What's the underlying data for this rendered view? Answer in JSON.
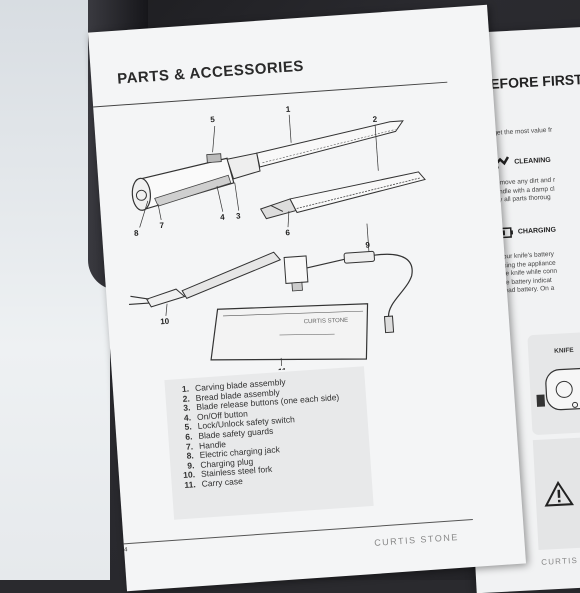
{
  "left_page": {
    "title": "PARTS & ACCESSORIES",
    "callouts": {
      "c1": "1",
      "c2": "2",
      "c3": "3",
      "c4": "4",
      "c5": "5",
      "c6": "6",
      "c7": "7",
      "c8": "8",
      "c9": "9",
      "c10": "10",
      "c11": "11"
    },
    "case_brand": "CURTIS STONE",
    "parts": [
      {
        "num": "1.",
        "label": "Carving blade assembly"
      },
      {
        "num": "2.",
        "label": "Bread blade assembly"
      },
      {
        "num": "3.",
        "label": "Blade release buttons (one each side)"
      },
      {
        "num": "4.",
        "label": "On/Off button"
      },
      {
        "num": "5.",
        "label": "Lock/Unlock safety switch"
      },
      {
        "num": "6.",
        "label": "Blade safety guards"
      },
      {
        "num": "7.",
        "label": "Handle"
      },
      {
        "num": "8.",
        "label": "Electric charging jack"
      },
      {
        "num": "9.",
        "label": "Charging plug"
      },
      {
        "num": "10.",
        "label": "Stainless steel fork"
      },
      {
        "num": "11.",
        "label": "Carry case"
      }
    ],
    "page_number": "4",
    "footer_brand": "CURTIS STONE"
  },
  "right_page": {
    "title": "BEFORE FIRST",
    "intro": "To get the most value fr",
    "cleaning_head": "CLEANING",
    "cleaning_lines": [
      "Remove any dirt and r",
      "handle with a damp cl",
      "Dry all parts thoroug"
    ],
    "charging_head": "CHARGING",
    "charging_lines": [
      "Your knife's battery",
      "using the appliance",
      "the knife while conn",
      "the battery indicat",
      "dead battery. On a"
    ],
    "knife_label": "KNIFE",
    "footer_brand": "CURTIS STONE"
  }
}
